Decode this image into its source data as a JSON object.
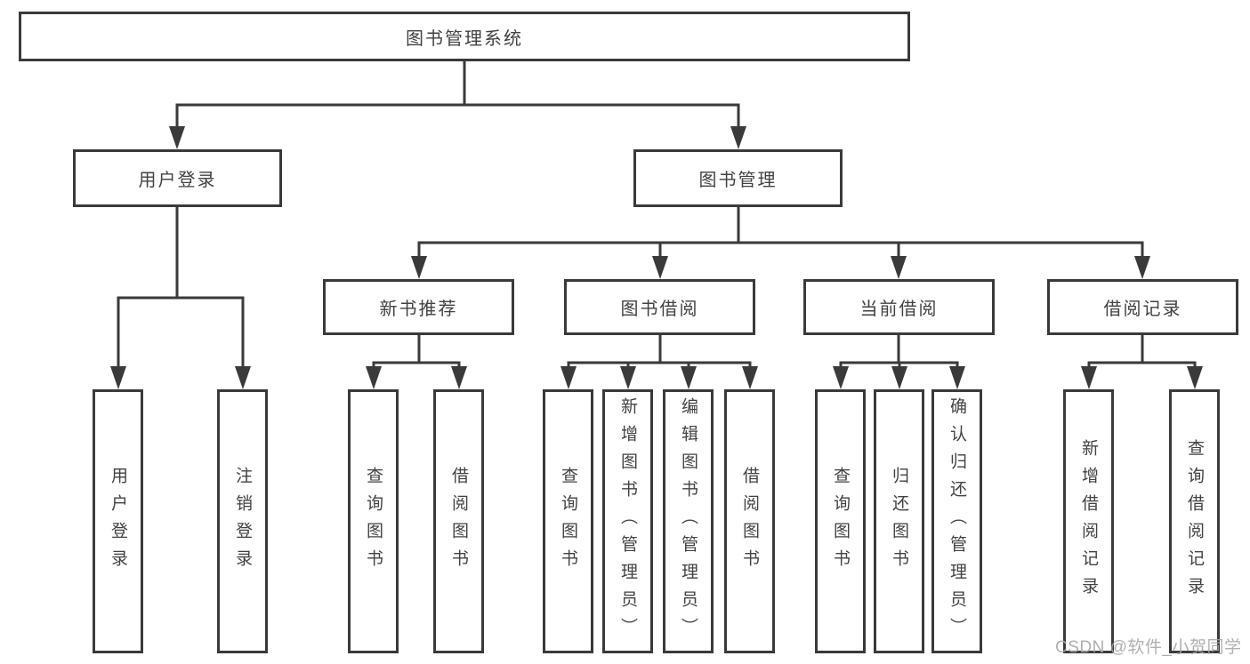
{
  "diagram": {
    "root": {
      "label": "图书管理系统"
    },
    "level2": [
      {
        "id": "user-login",
        "label": "用户登录"
      },
      {
        "id": "book-management",
        "label": "图书管理"
      }
    ],
    "level3": [
      {
        "id": "new-book-recommend",
        "label": "新书推荐",
        "parent": "图书管理"
      },
      {
        "id": "book-borrowing",
        "label": "图书借阅",
        "parent": "图书管理"
      },
      {
        "id": "current-borrowing",
        "label": "当前借阅",
        "parent": "图书管理"
      },
      {
        "id": "borrowing-records",
        "label": "借阅记录",
        "parent": "图书管理"
      }
    ],
    "leaves": [
      {
        "label": "用户登录",
        "parent": "用户登录"
      },
      {
        "label": "注销登录",
        "parent": "用户登录"
      },
      {
        "label": "查询图书",
        "parent": "新书推荐"
      },
      {
        "label": "借阅图书",
        "parent": "新书推荐"
      },
      {
        "label": "查询图书",
        "parent": "图书借阅"
      },
      {
        "label": "新增图书（管理员）",
        "parent": "图书借阅"
      },
      {
        "label": "编辑图书（管理员）",
        "parent": "图书借阅"
      },
      {
        "label": "借阅图书",
        "parent": "图书借阅"
      },
      {
        "label": "查询图书",
        "parent": "当前借阅"
      },
      {
        "label": "归还图书",
        "parent": "当前借阅"
      },
      {
        "label": "确认归还（管理员）",
        "parent": "当前借阅"
      },
      {
        "label": "新增借阅记录",
        "parent": "借阅记录"
      },
      {
        "label": "查询借阅记录",
        "parent": "借阅记录"
      }
    ]
  },
  "watermark": "CSDN @软件_小贺同学",
  "colors": {
    "line": "#3a3a3a",
    "text": "#424242",
    "watermark": "#a8a8a8",
    "background": "#ffffff"
  }
}
